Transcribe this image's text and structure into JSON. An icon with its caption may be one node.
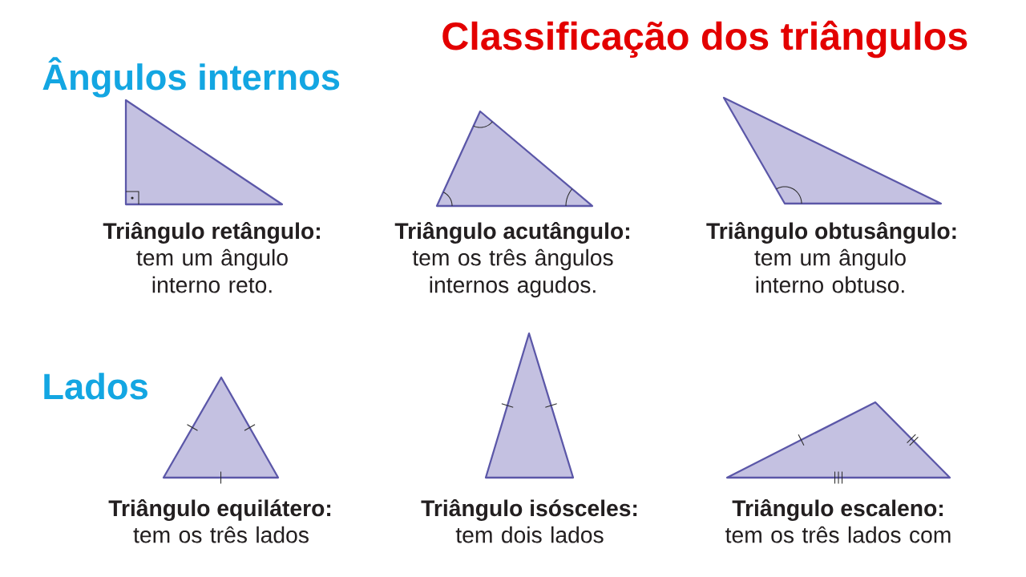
{
  "diagram": {
    "title": "Classificação dos triângulos",
    "nodes": [
      {
        "text": [],
        "shape": "triangle",
        "beside": [
          "Triângulo retângulo:",
          "tem um ângulo interno reto."
        ]
      },
      {
        "text": [],
        "shape": "triangle",
        "beside": [
          "Triângulo acutângulo:",
          "tem os três ângulos internos agudos."
        ]
      },
      {
        "text": [],
        "shape": "triangle",
        "beside": [
          "Triângulo obtusângulo:",
          "tem um ângulo interno obtuso."
        ]
      },
      {
        "text": [],
        "shape": "triangle",
        "beside": [
          "Triângulo equilátero:",
          "tem os três lados"
        ]
      },
      {
        "text": [],
        "shape": "triangle",
        "beside": [
          "Triângulo isósceles:",
          "tem dois lados"
        ]
      },
      {
        "text": [],
        "shape": "triangle",
        "beside": [
          "Triângulo escaleno:",
          "tem os três lados com"
        ]
      }
    ],
    "labels": [
      "Ângulos internos",
      "Lados"
    ]
  }
}
